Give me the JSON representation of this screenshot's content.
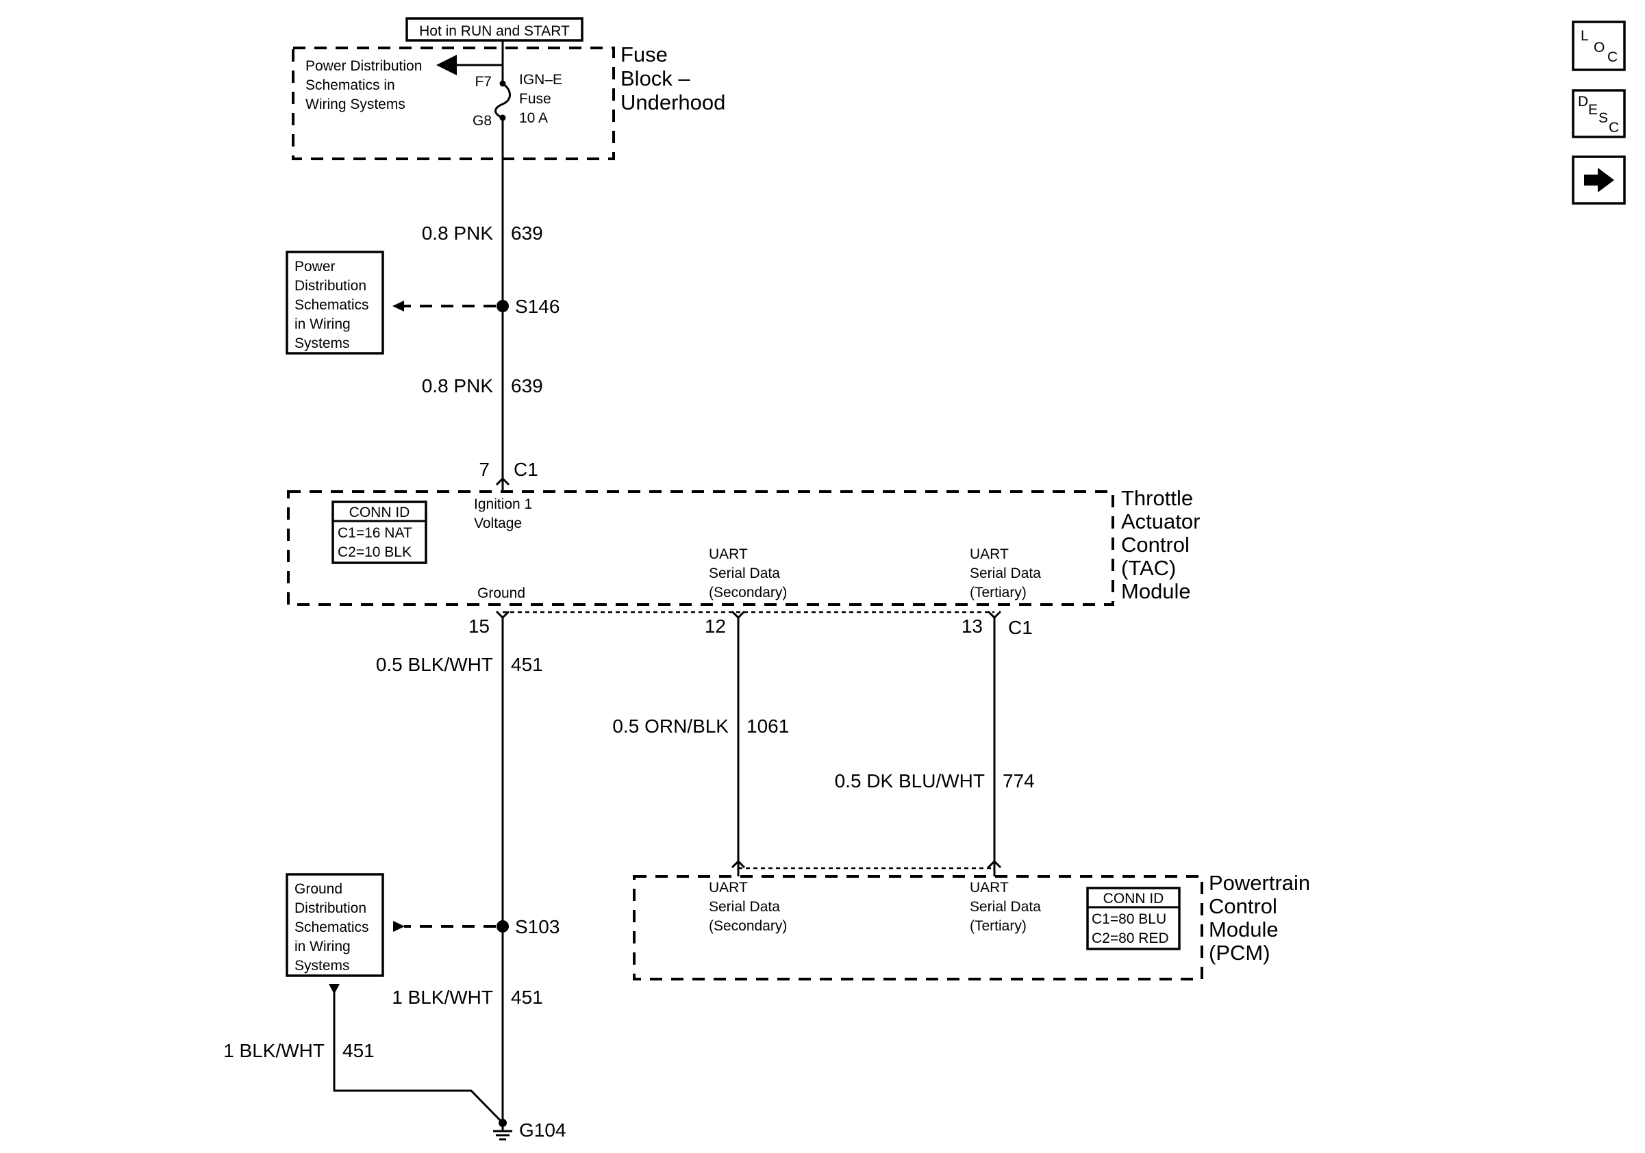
{
  "nav": {
    "loc": {
      "l1": "L",
      "l2": "O",
      "l3": "C"
    },
    "desc": {
      "l1": "D",
      "l2": "E",
      "l3": "S",
      "l4": "C"
    },
    "next_icon": "right-arrow-icon"
  },
  "top_label": "Hot in RUN and START",
  "fuse_block": {
    "name_lines": [
      "Fuse",
      "Block –",
      "Underhood"
    ],
    "ref_lines": [
      "Power Distribution",
      "Schematics in",
      "Wiring Systems"
    ],
    "fuse_lines": [
      "IGN–E",
      "Fuse",
      "10 A"
    ],
    "pin_in": "F7",
    "pin_out": "G8"
  },
  "wire_power_1": {
    "gauge_color": "0.8 PNK",
    "circuit": "639"
  },
  "splice_s146": {
    "id": "S146",
    "ref_lines": [
      "Power",
      "Distribution",
      "Schematics",
      "in Wiring",
      "Systems"
    ]
  },
  "wire_power_2": {
    "gauge_color": "0.8 PNK",
    "circuit": "639"
  },
  "tac_input_connector": {
    "pin": "7",
    "conn": "C1"
  },
  "tac_module": {
    "name_lines": [
      "Throttle",
      "Actuator",
      "Control",
      "(TAC)",
      "Module"
    ],
    "conn_id": {
      "title": "CONN ID",
      "c1": "C1=16 NAT",
      "c2": "C2=10 BLK"
    },
    "ignition_lines": [
      "Ignition 1",
      "Voltage"
    ],
    "ground_label": "Ground",
    "uart_secondary_lines": [
      "UART",
      "Serial Data",
      "(Secondary)"
    ],
    "uart_tertiary_lines": [
      "UART",
      "Serial Data",
      "(Tertiary)"
    ],
    "pin_ground": "15",
    "pin_secondary": "12",
    "pin_tertiary": "13",
    "output_conn": "C1"
  },
  "wire_ground_1": {
    "gauge_color": "0.5 BLK/WHT",
    "circuit": "451"
  },
  "wire_uart_secondary": {
    "gauge_color": "0.5 ORN/BLK",
    "circuit": "1061"
  },
  "wire_uart_tertiary": {
    "gauge_color": "0.5 DK BLU/WHT",
    "circuit": "774"
  },
  "pcm_module": {
    "name_lines": [
      "Powertrain",
      "Control",
      "Module",
      "(PCM)"
    ],
    "conn_id": {
      "title": "CONN ID",
      "c1": "C1=80 BLU",
      "c2": "C2=80 RED"
    },
    "uart_secondary_lines": [
      "UART",
      "Serial Data",
      "(Secondary)"
    ],
    "uart_tertiary_lines": [
      "UART",
      "Serial Data",
      "(Tertiary)"
    ]
  },
  "splice_s103": {
    "id": "S103",
    "ref_lines": [
      "Ground",
      "Distribution",
      "Schematics",
      "in Wiring",
      "Systems"
    ]
  },
  "wire_ground_2": {
    "gauge_color": "1 BLK/WHT",
    "circuit": "451"
  },
  "wire_ground_3": {
    "gauge_color": "1 BLK/WHT",
    "circuit": "451"
  },
  "ground_g104": {
    "id": "G104"
  }
}
